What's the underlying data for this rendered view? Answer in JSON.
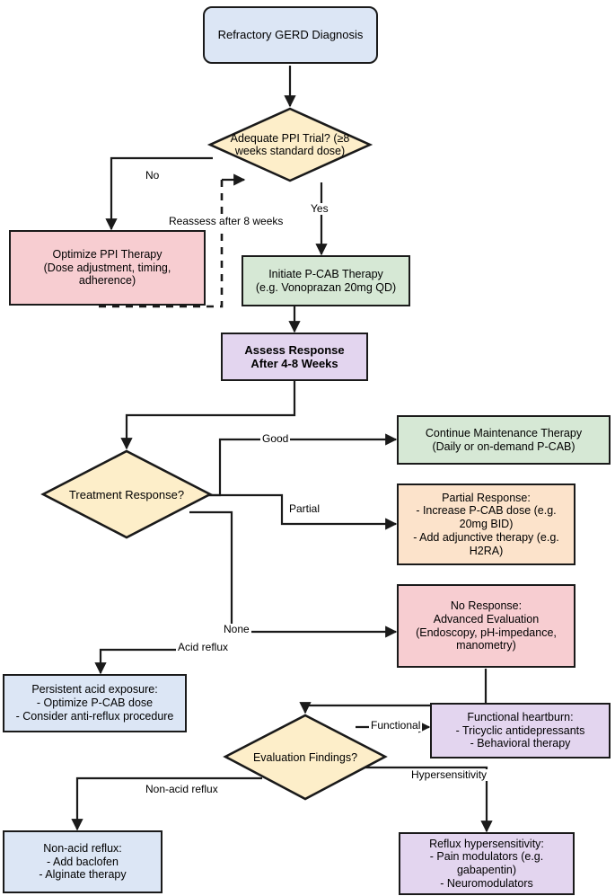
{
  "chart_data": {
    "type": "diagram",
    "title": "Refractory GERD Diagnosis and P-CAB Treatment Algorithm",
    "diagram_kind": "flowchart",
    "orientation": "top-to-bottom",
    "palette": {
      "blue_fill": "#dce6f5",
      "yellow_fill": "#fdeec9",
      "pink_fill": "#f7cdd1",
      "green_fill": "#d6e8d5",
      "purple_fill": "#e3d5ef",
      "orange_fill": "#fce3cb",
      "stroke": "#1a1a1a",
      "background": "#ffffff",
      "text": "#000000"
    },
    "nodes": [
      {
        "id": "start",
        "shape": "rounded-rect",
        "label": "Refractory GERD Diagnosis",
        "fill": "#dce6f5"
      },
      {
        "id": "ppi_trial",
        "shape": "diamond",
        "label": "Adequate PPI Trial? (≥8\nweeks standard dose)",
        "fill": "#fdeec9"
      },
      {
        "id": "optimize_ppi",
        "shape": "rect",
        "label": "Optimize PPI Therapy\n(Dose adjustment, timing,\nadherence)",
        "fill": "#f7cdd1"
      },
      {
        "id": "initiate_pcab",
        "shape": "rect",
        "label": "Initiate P-CAB Therapy\n(e.g. Vonoprazan 20mg QD)",
        "fill": "#d6e8d5"
      },
      {
        "id": "assess",
        "shape": "rect",
        "label": "Assess Response\nAfter 4-8 Weeks",
        "fill": "#e3d5ef"
      },
      {
        "id": "response",
        "shape": "diamond",
        "label": "Treatment Response?",
        "fill": "#fdeec9"
      },
      {
        "id": "maintenance",
        "shape": "rect",
        "label": "Continue Maintenance Therapy\n(Daily or on-demand P-CAB)",
        "fill": "#d6e8d5"
      },
      {
        "id": "partial",
        "shape": "rect",
        "label": "Partial Response:\n- Increase P-CAB dose (e.g.\n20mg BID)\n- Add adjunctive therapy (e.g.\nH2RA)",
        "fill": "#fce3cb"
      },
      {
        "id": "no_response",
        "shape": "rect",
        "label": "No Response:\nAdvanced Evaluation\n(Endoscopy, pH-impedance,\nmanometry)",
        "fill": "#f7cdd1"
      },
      {
        "id": "acid_exposure",
        "shape": "rect",
        "label": "Persistent acid exposure:\n- Optimize P-CAB dose\n- Consider anti-reflux procedure",
        "fill": "#dce6f5"
      },
      {
        "id": "eval_find",
        "shape": "diamond",
        "label": "Evaluation Findings?",
        "fill": "#fdeec9"
      },
      {
        "id": "functional",
        "shape": "rect",
        "label": "Functional heartburn:\n- Tricyclic antidepressants\n- Behavioral therapy",
        "fill": "#e3d5ef"
      },
      {
        "id": "nonacid",
        "shape": "rect",
        "label": "Non-acid reflux:\n- Add baclofen\n- Alginate therapy",
        "fill": "#dce6f5"
      },
      {
        "id": "hypersens",
        "shape": "rect",
        "label": "Reflux hypersensitivity:\n- Pain modulators (e.g.\ngabapentin)\n- Neuromodulators",
        "fill": "#e3d5ef"
      }
    ],
    "edges": [
      {
        "from": "start",
        "to": "ppi_trial",
        "label": "",
        "style": "solid"
      },
      {
        "from": "ppi_trial",
        "to": "optimize_ppi",
        "label": "No",
        "style": "solid"
      },
      {
        "from": "ppi_trial",
        "to": "initiate_pcab",
        "label": "Yes",
        "style": "solid"
      },
      {
        "from": "optimize_ppi",
        "to": "ppi_trial",
        "label": "Reassess after 8 weeks",
        "style": "dashed"
      },
      {
        "from": "initiate_pcab",
        "to": "assess",
        "label": "",
        "style": "solid"
      },
      {
        "from": "assess",
        "to": "response",
        "label": "",
        "style": "solid"
      },
      {
        "from": "response",
        "to": "maintenance",
        "label": "Good",
        "style": "solid"
      },
      {
        "from": "response",
        "to": "partial",
        "label": "Partial",
        "style": "solid"
      },
      {
        "from": "response",
        "to": "no_response",
        "label": "None",
        "style": "solid"
      },
      {
        "from": "no_response",
        "to": "acid_exposure",
        "label": "Acid reflux",
        "style": "solid"
      },
      {
        "from": "no_response",
        "to": "eval_find",
        "label": "",
        "style": "solid"
      },
      {
        "from": "eval_find",
        "to": "functional",
        "label": "Functional",
        "style": "solid"
      },
      {
        "from": "eval_find",
        "to": "nonacid",
        "label": "Non-acid reflux",
        "style": "solid"
      },
      {
        "from": "eval_find",
        "to": "hypersens",
        "label": "Hypersensitivity",
        "style": "solid"
      }
    ]
  },
  "nodes": {
    "start": {
      "label": "Refractory GERD Diagnosis"
    },
    "ppi_trial": {
      "label": "Adequate PPI Trial? (≥8\nweeks standard dose)"
    },
    "optimize_ppi": {
      "label": "Optimize PPI Therapy\n(Dose adjustment, timing,\nadherence)"
    },
    "initiate_pcab": {
      "label": "Initiate P-CAB Therapy\n(e.g. Vonoprazan 20mg QD)"
    },
    "assess": {
      "label": "Assess Response\nAfter 4-8 Weeks"
    },
    "response": {
      "label": "Treatment Response?"
    },
    "maintenance": {
      "label": "Continue Maintenance Therapy\n(Daily or on-demand P-CAB)"
    },
    "partial": {
      "label": "Partial Response:\n- Increase P-CAB dose (e.g.\n20mg BID)\n- Add adjunctive therapy (e.g.\nH2RA)"
    },
    "no_response": {
      "label": "No Response:\nAdvanced Evaluation\n(Endoscopy, pH-impedance,\nmanometry)"
    },
    "acid_exposure": {
      "label": "Persistent acid exposure:\n- Optimize P-CAB dose\n- Consider anti-reflux procedure"
    },
    "eval_find": {
      "label": "Evaluation Findings?"
    },
    "functional": {
      "label": "Functional heartburn:\n- Tricyclic antidepressants\n- Behavioral therapy"
    },
    "nonacid": {
      "label": "Non-acid reflux:\n- Add baclofen\n- Alginate therapy"
    },
    "hypersens": {
      "label": "Reflux hypersensitivity:\n- Pain modulators (e.g.\ngabapentin)\n- Neuromodulators"
    }
  },
  "edge_labels": {
    "no": "No",
    "yes": "Yes",
    "reassess": "Reassess after 8 weeks",
    "good": "Good",
    "partial": "Partial",
    "none": "None",
    "acid_reflux": "Acid reflux",
    "functional": "Functional",
    "nonacid_reflux": "Non-acid reflux",
    "hypersensitivity": "Hypersensitivity"
  }
}
